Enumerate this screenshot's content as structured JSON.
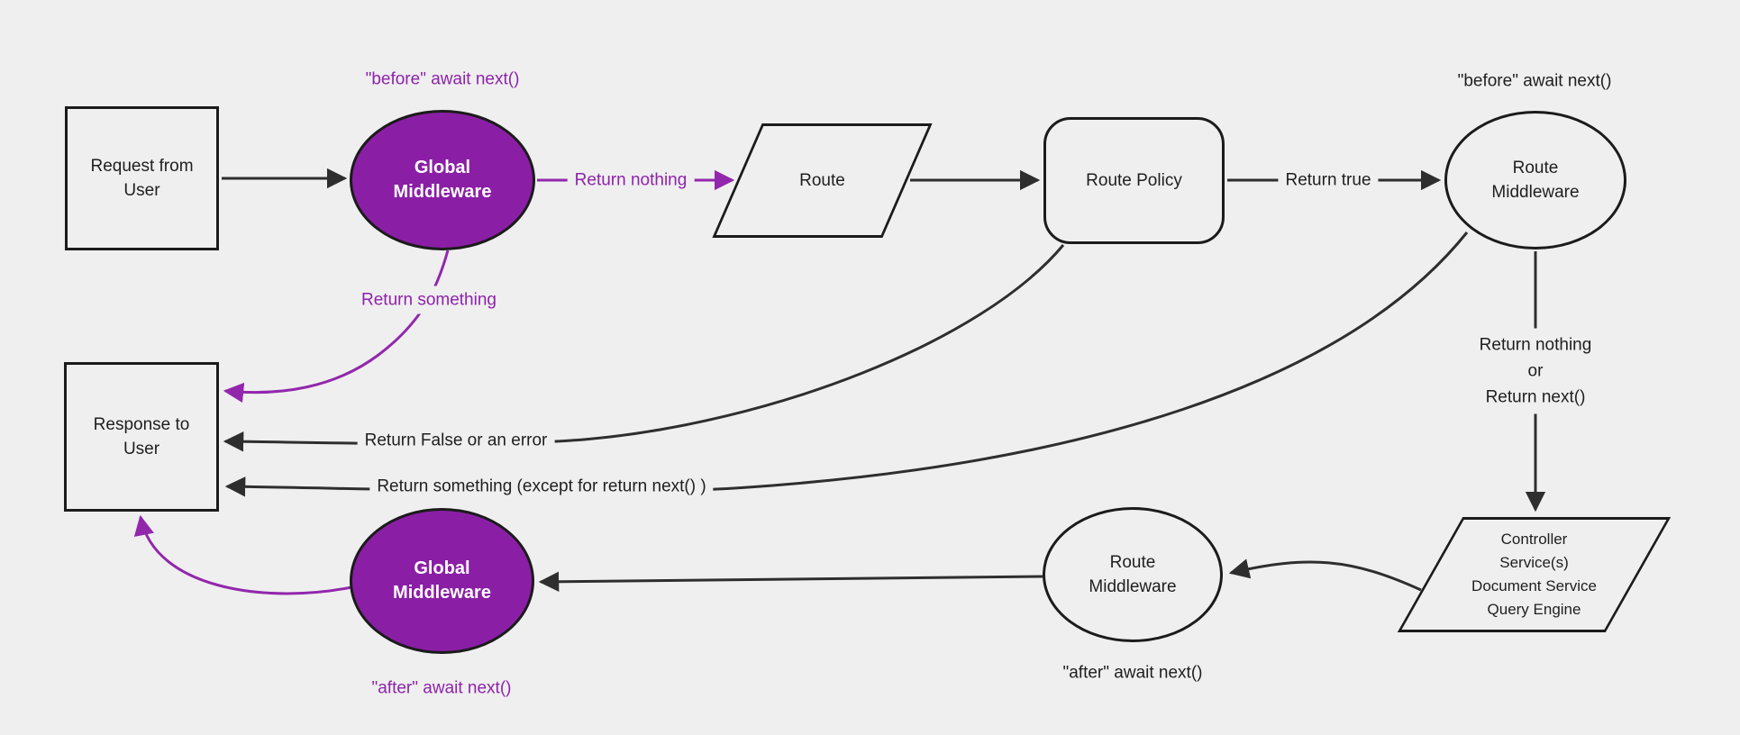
{
  "theme": {
    "bg": "#efefef",
    "ink": "#1f1f1f",
    "line": "#2e2e2e",
    "node_border": "#1b1b1b",
    "purple": "#9227ac",
    "purple_fill": "#8a1fa5",
    "purple_ink": "#8e23aa",
    "white": "#ffffff"
  },
  "nodes": {
    "request": {
      "line1": "Request from",
      "line2": "User"
    },
    "global_middleware_top": {
      "line1": "Global",
      "line2": "Middleware"
    },
    "route": {
      "label": "Route"
    },
    "route_policy": {
      "label": "Route Policy"
    },
    "route_middleware_top": {
      "line1": "Route",
      "line2": "Middleware"
    },
    "controller": {
      "line1": "Controller",
      "line2": "Service(s)",
      "line3": "Document Service",
      "line4": "Query Engine"
    },
    "route_middleware_bottom": {
      "line1": "Route",
      "line2": "Middleware"
    },
    "global_middleware_bottom": {
      "line1": "Global",
      "line2": "Middleware"
    },
    "response": {
      "line1": "Response to",
      "line2": "User"
    }
  },
  "labels": {
    "before_await_left": "\"before\" await next()",
    "before_await_right": "\"before\" await next()",
    "return_nothing": "Return nothing",
    "return_true": "Return true",
    "return_branch_line1": "Return nothing",
    "return_branch_line2": "or",
    "return_branch_line3": "Return next()",
    "return_something": "Return something",
    "return_false_or_error": "Return False or an error",
    "return_something_except": "Return something (except for return next() )",
    "after_await_left": "\"after\" await next()",
    "after_await_right": "\"after\" await next()"
  }
}
